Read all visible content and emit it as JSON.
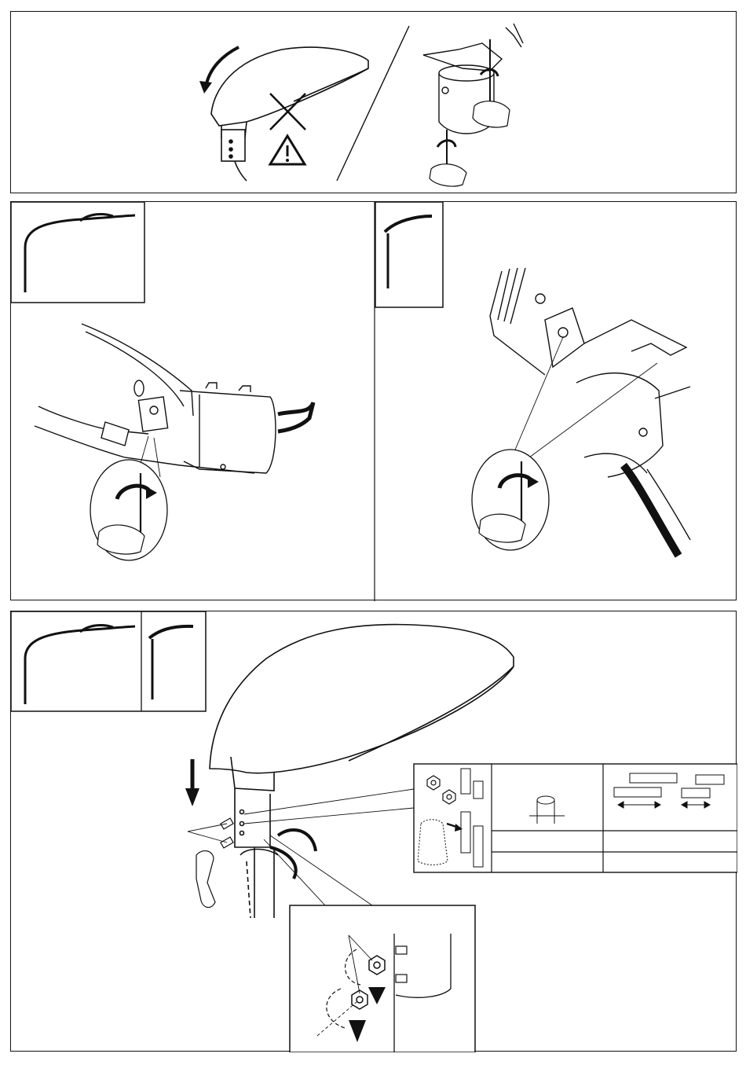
{
  "document": {
    "type": "assembly-instructions",
    "language_free": true
  },
  "steps": [
    {
      "id": "step-top",
      "left_figure": {
        "icons": [
          "rotate-arrow-icon",
          "do-not-lift-cross-icon",
          "warning-triangle-icon"
        ]
      },
      "right_figure": {
        "icons": [
          "allen-key-icon",
          "rotate-arrow-icon"
        ]
      }
    },
    {
      "id": "step-middle",
      "left_figure": {
        "thumbnail_icon": "curved-pole-icon",
        "icons": [
          "allen-key-icon",
          "rotate-arrow-icon"
        ]
      },
      "right_figure": {
        "thumbnail_icon": "straight-pole-icon",
        "icons": [
          "allen-key-icon",
          "rotate-arrow-icon"
        ]
      }
    },
    {
      "id": "step-bottom",
      "thumbnails": [
        "curved-pole-icon",
        "straight-pole-icon"
      ],
      "icons": [
        "down-arrow-icon",
        "rotate-arrow-icon",
        "nut-icon",
        "bolt-icon"
      ],
      "hardware_table": {
        "rows": 3,
        "columns": 3,
        "cells_text": []
      }
    }
  ],
  "colors": {
    "ink": "#111111",
    "paper": "#ffffff"
  }
}
